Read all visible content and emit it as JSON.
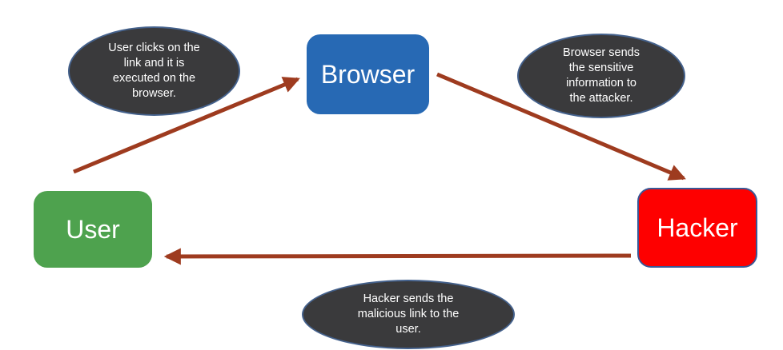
{
  "diagram": {
    "type": "cycle-flow-diagram",
    "topic": "XSS attack flow between user, browser and hacker",
    "nodes": [
      {
        "id": "user",
        "label": "User",
        "color": "#4EA24E",
        "shape": "rounded-rectangle"
      },
      {
        "id": "browser",
        "label": "Browser",
        "color": "#2769B4",
        "shape": "rounded-rectangle"
      },
      {
        "id": "hacker",
        "label": "Hacker",
        "color": "#FE0000",
        "shape": "rounded-rectangle"
      }
    ],
    "callouts": [
      {
        "id": "callout-user-to-browser",
        "text": "User clicks on the link and it is executed on the browser.",
        "lines": [
          "User clicks on the",
          "link and it is",
          "executed on the",
          "browser."
        ],
        "fill": "#3A3A3C",
        "text_color": "#ffffff"
      },
      {
        "id": "callout-browser-to-hacker",
        "text": "Browser sends the sensitive information to the attacker.",
        "lines": [
          "Browser sends",
          "the sensitive",
          "information to",
          "the attacker."
        ],
        "fill": "#3A3A3C",
        "text_color": "#ffffff"
      },
      {
        "id": "callout-hacker-to-user",
        "text": "Hacker sends the malicious link to the user.",
        "lines": [
          "Hacker sends the",
          "malicious link to the",
          "user."
        ],
        "fill": "#3A3A3C",
        "text_color": "#ffffff"
      }
    ],
    "arrows": [
      {
        "from": "user",
        "to": "browser",
        "color": "#9E3B1F"
      },
      {
        "from": "browser",
        "to": "hacker",
        "color": "#9E3B1F"
      },
      {
        "from": "hacker",
        "to": "user",
        "color": "#9E3B1F"
      }
    ]
  },
  "colors": {
    "background": "#ffffff",
    "node_user_green": "#4EA24E",
    "node_browser_blue": "#2769B4",
    "node_hacker_red": "#FE0000",
    "hacker_border_blue": "#3A5795",
    "callout_fill": "#3A3A3C",
    "callout_border": "#44618C",
    "arrow_brown_red": "#9E3B1F",
    "text_white": "#ffffff"
  }
}
